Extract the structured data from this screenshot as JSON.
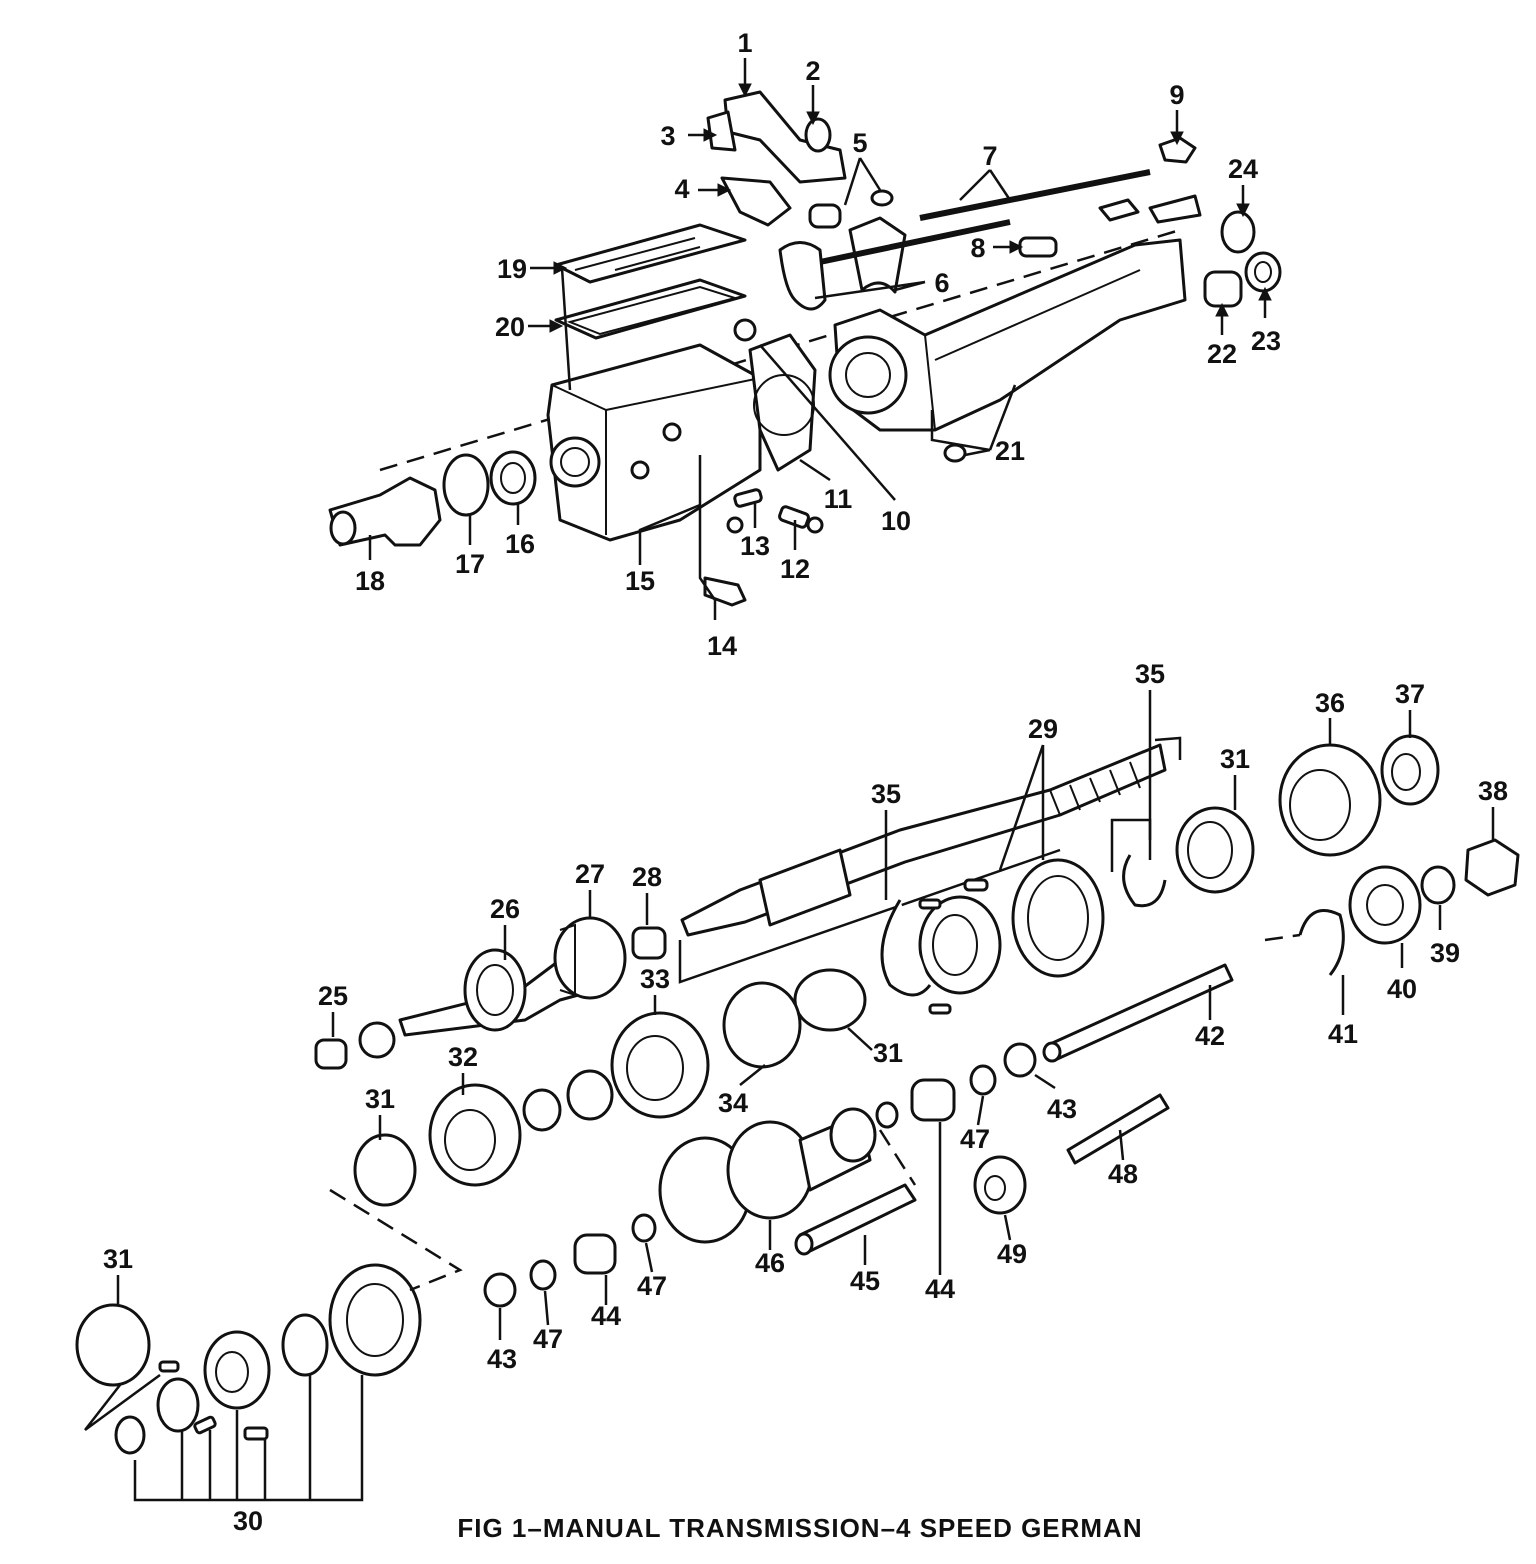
{
  "caption": "FIG 1–MANUAL TRANSMISSION–4 SPEED GERMAN",
  "callouts": {
    "c1": "1",
    "c2": "2",
    "c3": "3",
    "c4": "4",
    "c5": "5",
    "c6": "6",
    "c7": "7",
    "c8": "8",
    "c9": "9",
    "c10": "10",
    "c11": "11",
    "c12": "12",
    "c13": "13",
    "c14": "14",
    "c15": "15",
    "c16": "16",
    "c17": "17",
    "c18": "18",
    "c19": "19",
    "c20": "20",
    "c21": "21",
    "c22": "22",
    "c23": "23",
    "c24": "24",
    "c25": "25",
    "c26": "26",
    "c27": "27",
    "c28": "28",
    "c29": "29",
    "c30": "30",
    "c31a": "31",
    "c31b": "31",
    "c31c": "31",
    "c31d": "31",
    "c32": "32",
    "c33": "33",
    "c34": "34",
    "c35a": "35",
    "c35b": "35",
    "c36": "36",
    "c37": "37",
    "c38": "38",
    "c39": "39",
    "c40": "40",
    "c41": "41",
    "c42": "42",
    "c43a": "43",
    "c43b": "43",
    "c44a": "44",
    "c44b": "44",
    "c45": "45",
    "c46": "46",
    "c47a": "47",
    "c47b": "47",
    "c47c": "47",
    "c48": "48",
    "c49": "49"
  }
}
